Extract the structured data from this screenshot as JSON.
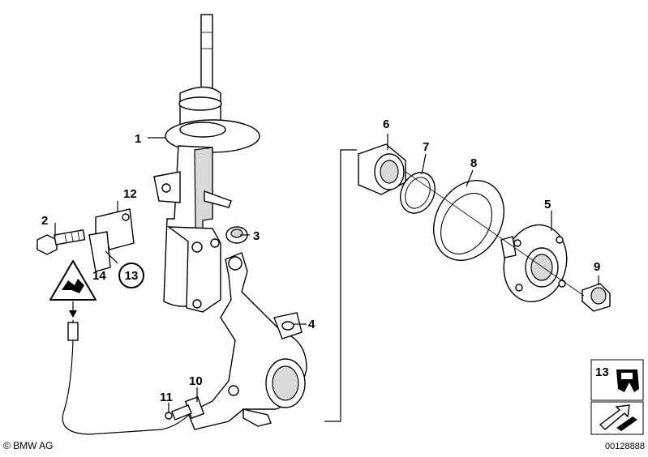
{
  "callouts": {
    "c1": "1",
    "c2": "2",
    "c3": "3",
    "c4": "4",
    "c5": "5",
    "c6": "6",
    "c7": "7",
    "c8": "8",
    "c9": "9",
    "c10": "10",
    "c11": "11",
    "c12": "12",
    "c13": "13",
    "c14": "14"
  },
  "legend": {
    "label": "13"
  },
  "footer": {
    "copyright": "© BMW AG",
    "diagram_number": "00128888"
  }
}
